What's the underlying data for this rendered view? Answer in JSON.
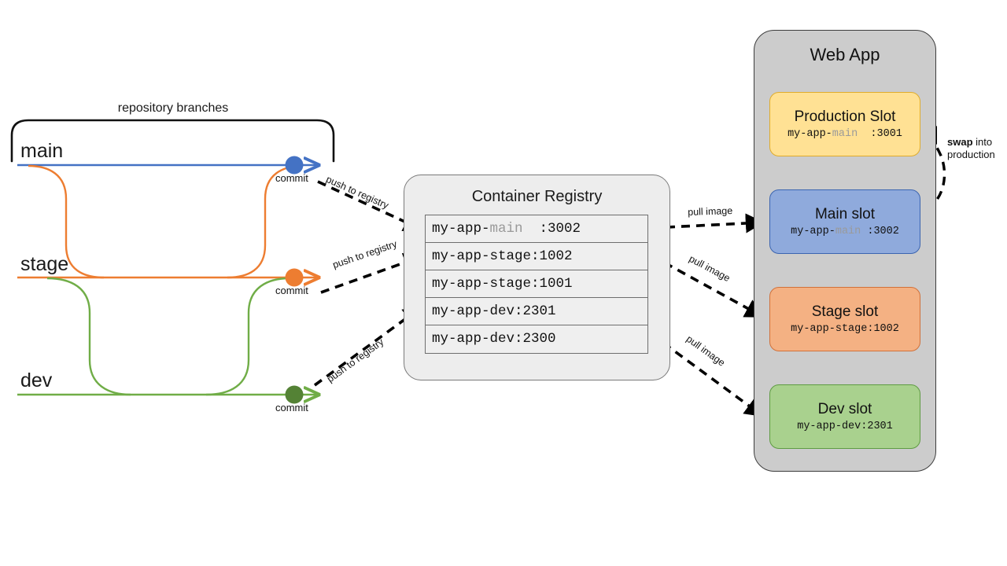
{
  "diagram": {
    "title": "CI/CD branch to container registry to web app slots flow"
  },
  "repository": {
    "bracket_label": "repository branches",
    "branches": [
      {
        "name": "main",
        "color": "#4472C4",
        "dot_color": "#4472C4",
        "commit_label": "commit"
      },
      {
        "name": "stage",
        "color": "#ED7D31",
        "dot_color": "#ED7D31",
        "commit_label": "commit"
      },
      {
        "name": "dev",
        "color": "#70AD47",
        "dot_color": "#548235",
        "commit_label": "commit"
      }
    ]
  },
  "push_arrows": [
    {
      "label": "push to registry"
    },
    {
      "label": "push to registry"
    },
    {
      "label": "push to registry"
    }
  ],
  "registry": {
    "title": "Container Registry",
    "rows": [
      {
        "prefix": "my-app-",
        "branch": "main",
        "gap": "  ",
        "tag": ":3002",
        "dim_branch": true
      },
      {
        "prefix": "my-app-",
        "branch": "stage",
        "gap": "",
        "tag": ":1002",
        "dim_branch": false
      },
      {
        "prefix": "my-app-",
        "branch": "stage",
        "gap": "",
        "tag": ":1001",
        "dim_branch": false
      },
      {
        "prefix": "my-app-",
        "branch": "dev",
        "gap": "",
        "tag": ":2301",
        "dim_branch": false
      },
      {
        "prefix": "my-app-",
        "branch": "dev",
        "gap": "",
        "tag": ":2300",
        "dim_branch": false
      }
    ]
  },
  "pull_arrows": [
    {
      "label": "pull image"
    },
    {
      "label": "pull image"
    },
    {
      "label": "pull image"
    }
  ],
  "webapp": {
    "title": "Web App",
    "slots": [
      {
        "name": "Production Slot",
        "image_prefix": "my-app-",
        "image_branch": "main",
        "image_gap": "  ",
        "image_tag": ":3001",
        "dim_branch": true,
        "fill": "#ffe194",
        "stroke": "#e0ac2b"
      },
      {
        "name": "Main slot",
        "image_prefix": "my-app-",
        "image_branch": "main",
        "image_gap": " ",
        "image_tag": ":3002",
        "dim_branch": true,
        "fill": "#8faadc",
        "stroke": "#3b64b0"
      },
      {
        "name": "Stage slot",
        "image_prefix": "my-app-",
        "image_branch": "stage",
        "image_gap": "",
        "image_tag": ":1002",
        "dim_branch": false,
        "fill": "#f4b183",
        "stroke": "#d1713a"
      },
      {
        "name": "Dev slot",
        "image_prefix": "my-app-",
        "image_branch": "dev",
        "image_gap": "",
        "image_tag": ":2301",
        "dim_branch": false,
        "fill": "#a9d18e",
        "stroke": "#5e9b42"
      }
    ]
  },
  "swap": {
    "bold_word": "swap",
    "rest_line1": " into",
    "line2": "production"
  }
}
